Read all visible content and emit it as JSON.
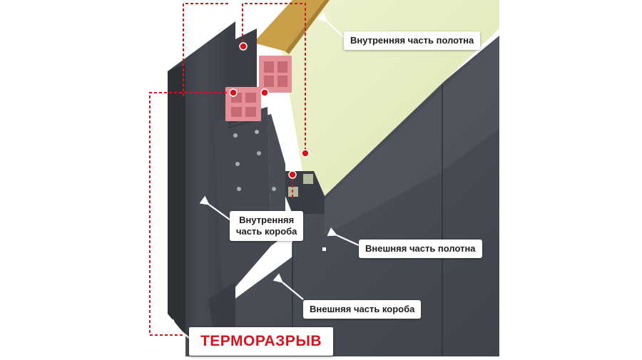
{
  "labels": {
    "inner_leaf": "Внутренняя часть полотна",
    "inner_frame_line1": "Внутренняя",
    "inner_frame_line2": "часть короба",
    "outer_leaf": "Внешняя часть полотна",
    "outer_frame": "Внешняя часть короба",
    "thermal_break": "ТЕРМОРАЗРЫВ"
  },
  "colors": {
    "metal_dark": "#3d4047",
    "metal_mid": "#4d5058",
    "insulation": "#e8eec4",
    "thermal_insert": "#e58f98",
    "marker": "#d7141c",
    "wood": "#c9a04a"
  },
  "icons": [
    "arrow-icon",
    "marker-dot-icon"
  ]
}
